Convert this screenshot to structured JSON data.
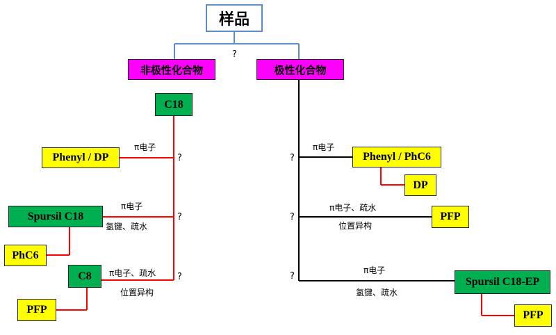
{
  "root": {
    "label": "样品"
  },
  "top_question": "?",
  "categories": {
    "nonpolar": "非极性化合物",
    "polar": "极性化合物"
  },
  "left_branch": {
    "start": "C18",
    "q1": {
      "question": "?",
      "label": "π电子",
      "target": "Phenyl / DP"
    },
    "q2": {
      "question": "?",
      "label_top": "π电子",
      "label_bottom": "氢键、疏水",
      "target": "Spursil C18",
      "sub": "PhC6"
    },
    "q3": {
      "question": "?",
      "label_top": "π电子、疏水",
      "label_bottom": "位置异构",
      "target": "C8",
      "sub": "PFP"
    }
  },
  "right_branch": {
    "q1": {
      "question": "?",
      "label": "π电子",
      "target": "Phenyl / PhC6",
      "sub": "DP"
    },
    "q2": {
      "question": "?",
      "label_top": "π电子、疏水",
      "label_bottom": "位置异构",
      "target": "PFP"
    },
    "q3": {
      "question": "?",
      "label_top": "π电子",
      "label_bottom": "氢键、疏水",
      "target": "Spursil C18-EP",
      "sub": "PFP"
    }
  },
  "colors": {
    "root_border": "#5b8ac6",
    "category_fill": "#ff00ff",
    "column_fill": "#00b050",
    "alt_fill": "#ffff00",
    "left_line": "#ff0000",
    "right_line": "#000000"
  }
}
